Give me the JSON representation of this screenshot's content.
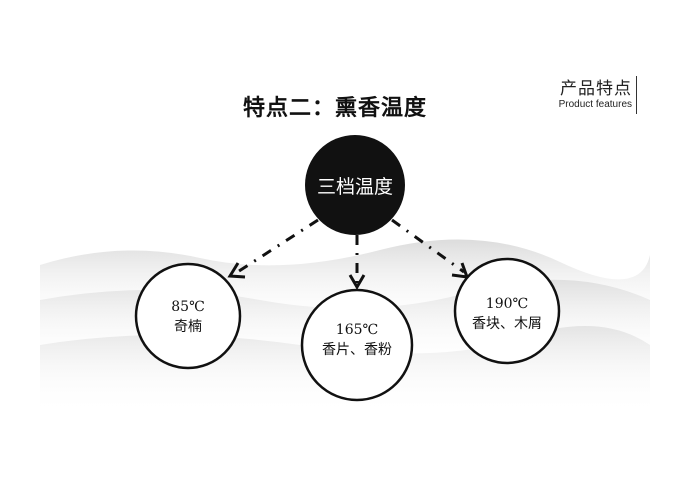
{
  "title": "特点二：熏香温度",
  "badge": {
    "cn": "产品特点",
    "en": "Product features"
  },
  "center_node": "三档温度",
  "nodes": [
    {
      "temp": "85℃",
      "use": "奇楠"
    },
    {
      "temp": "165℃",
      "use": "香片、香粉"
    },
    {
      "temp": "190℃",
      "use": "香块、木屑"
    }
  ]
}
